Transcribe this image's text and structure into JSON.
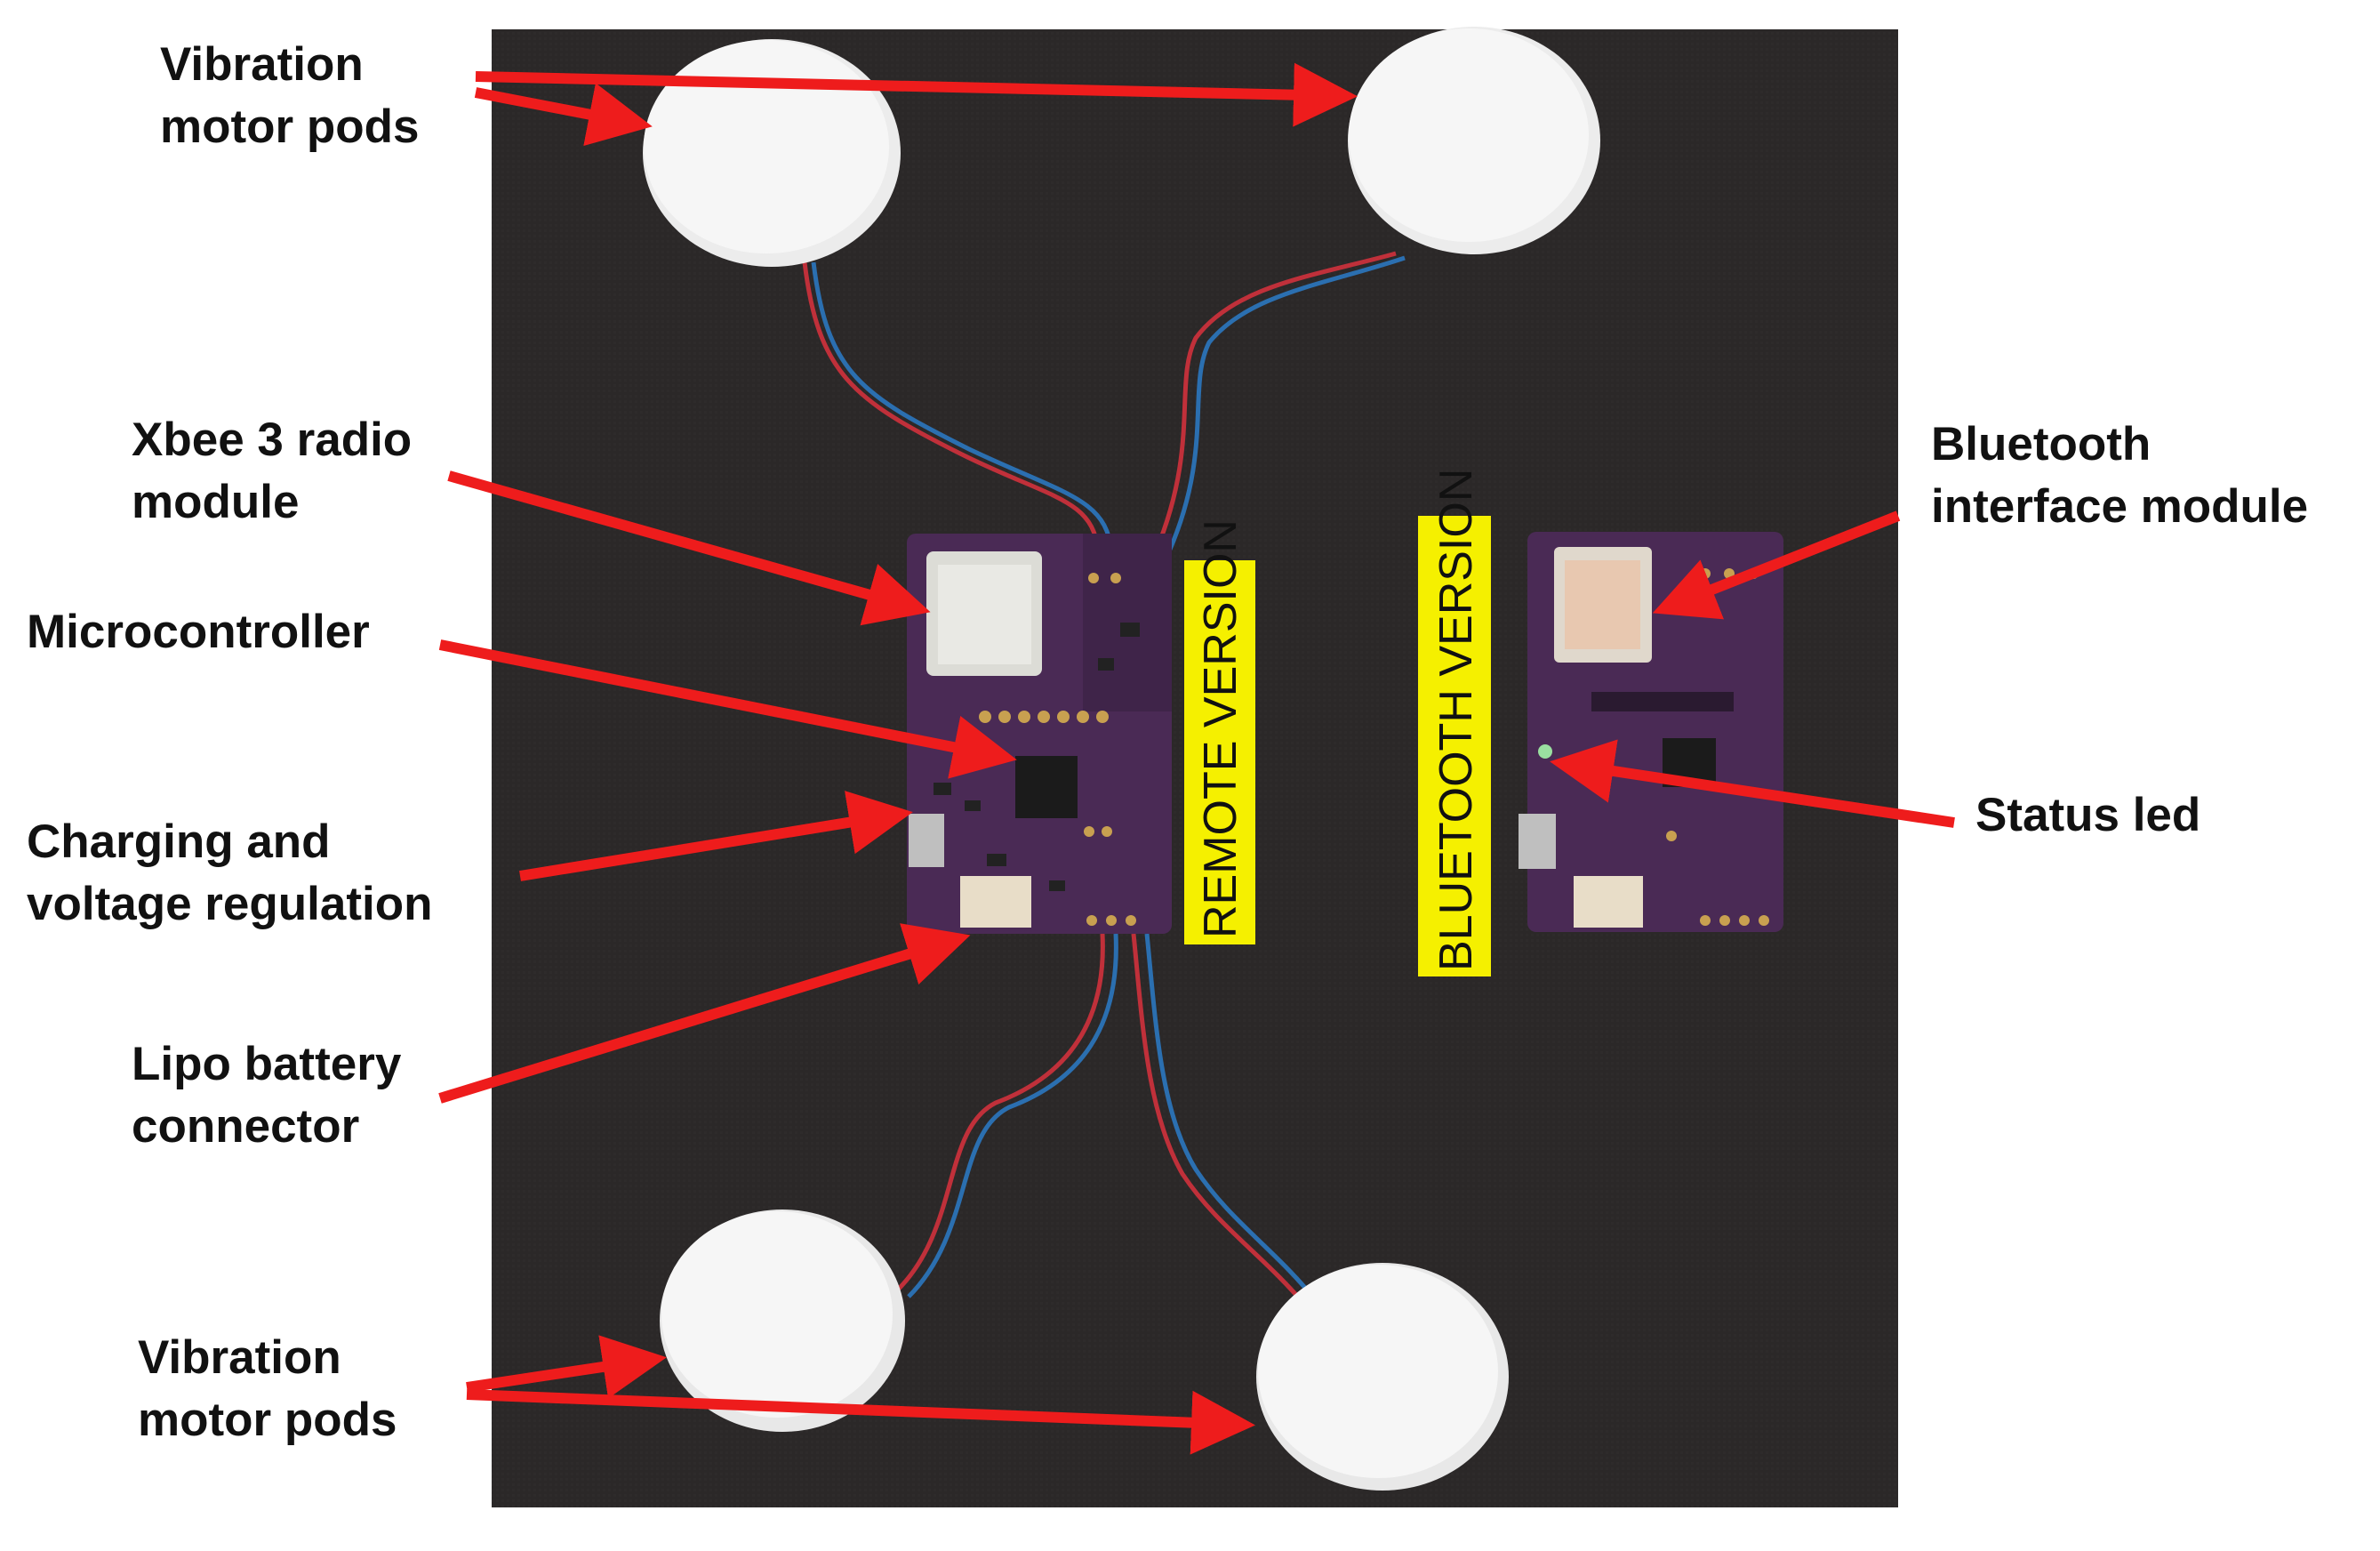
{
  "labels": {
    "vibration_top": [
      "Vibration",
      "motor pods"
    ],
    "xbee": [
      "Xbee 3 radio",
      "module"
    ],
    "microcontroller": [
      "Microcontroller"
    ],
    "charging": [
      "Charging and",
      "voltage regulation"
    ],
    "lipo": [
      "Lipo battery",
      "connector"
    ],
    "vibration_bottom": [
      "Vibration",
      "motor pods"
    ],
    "bluetooth_module": [
      "Bluetooth",
      "interface module"
    ],
    "status_led": [
      "Status led"
    ]
  },
  "boards": {
    "remote_tag": "REMOTE VERSION",
    "bluetooth_tag": "BLUETOOTH VERSION"
  },
  "colors": {
    "background": "#2a2727",
    "arrow": "#ee1c1c",
    "board": "#4a2a55",
    "tag": "#f5f000",
    "pod": "#f3f3f3"
  }
}
